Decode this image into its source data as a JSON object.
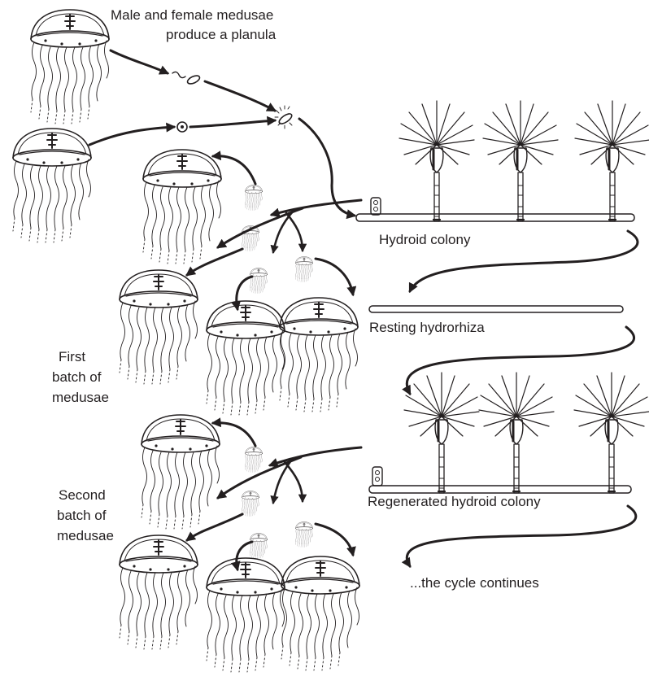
{
  "labels": {
    "planula_line1": "Male and female medusae",
    "planula_line2": "produce a planula",
    "hydroid_colony": "Hydroid colony",
    "resting": "Resting hydrorhiza",
    "regenerated": "Regenerated hydroid colony",
    "first_batch_1": "First",
    "first_batch_2": "batch of",
    "first_batch_3": "medusae",
    "second_batch_1": "Second",
    "second_batch_2": "batch of",
    "second_batch_3": "medusae",
    "continues": "...the cycle continues"
  },
  "colors": {
    "ink": "#231f20",
    "background": "#ffffff"
  }
}
